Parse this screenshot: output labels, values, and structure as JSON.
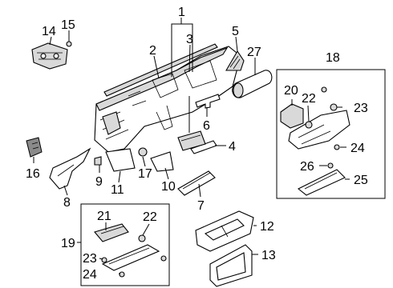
{
  "callouts": {
    "c1": "1",
    "c2": "2",
    "c3": "3",
    "c4": "4",
    "c5": "5",
    "c6": "6",
    "c7": "7",
    "c8": "8",
    "c9": "9",
    "c10": "10",
    "c11": "11",
    "c12": "12",
    "c13": "13",
    "c14": "14",
    "c15": "15",
    "c16": "16",
    "c17": "17",
    "c18": "18",
    "c19": "19",
    "c20": "20",
    "c21": "21",
    "c22a": "22",
    "c22b": "22",
    "c23a": "23",
    "c23b": "23",
    "c24a": "24",
    "c24b": "24",
    "c25": "25",
    "c26": "26",
    "c27": "27"
  }
}
